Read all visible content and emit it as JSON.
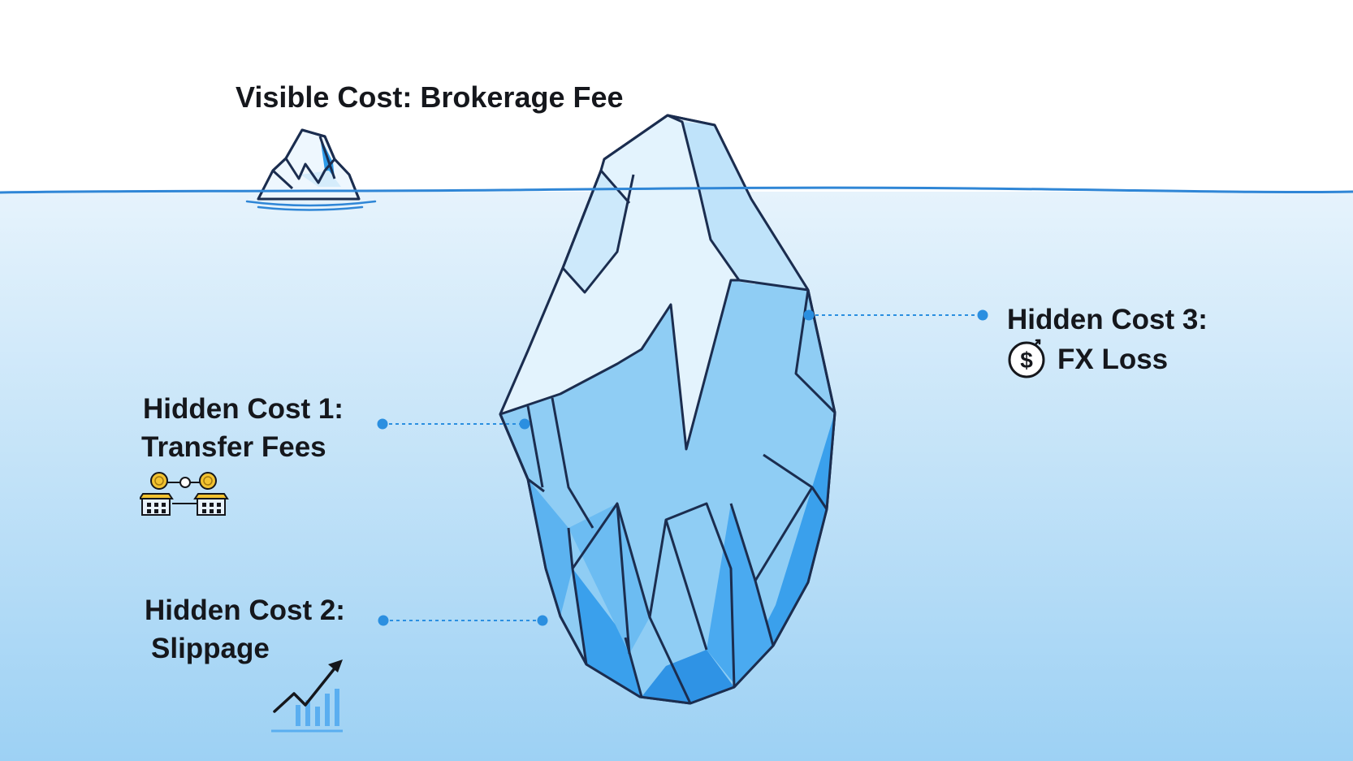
{
  "labels": {
    "visible": "Visible Cost: Brokerage Fee",
    "hidden1": {
      "line1": "Hidden Cost 1:",
      "line2": "Transfer Fees"
    },
    "hidden2": {
      "line1": "Hidden Cost 2:",
      "line2": "Slippage"
    },
    "hidden3": {
      "line1": "Hidden Cost 3:",
      "line2": "FX Loss"
    }
  },
  "icons": {
    "transfer": "bank-transfer-icon",
    "slippage": "trending-chart-icon",
    "fx": "dollar-coin-icon"
  },
  "colors": {
    "water_top": "#e6f3fc",
    "water_bottom": "#9dd1f4",
    "waterline": "#2f86d6",
    "ice_light": "#dff1fd",
    "ice_mid": "#8ecdf5",
    "ice_deep": "#2f9bea",
    "outline": "#1b2d4f",
    "connector": "#2b8fe0",
    "coin": "#f2c230"
  }
}
